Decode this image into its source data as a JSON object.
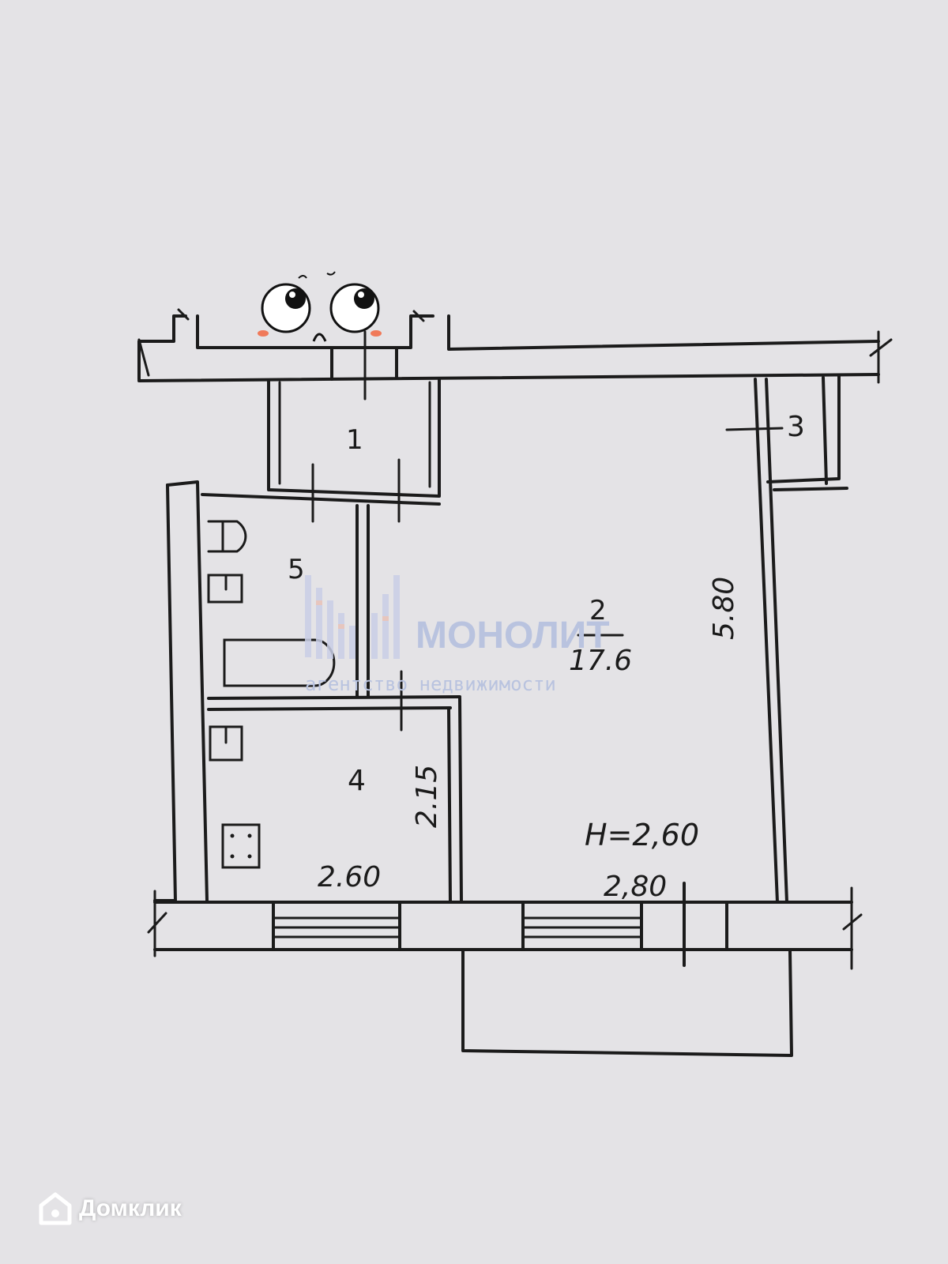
{
  "rooms": {
    "entry": {
      "number": "1"
    },
    "living": {
      "number": "2",
      "area": "17.6"
    },
    "closet": {
      "number": "3"
    },
    "kitchen": {
      "number": "4"
    },
    "bathroom": {
      "number": "5"
    }
  },
  "dimensions": {
    "living_length": "5.80",
    "living_width": "2,80",
    "ceiling_height": "H=2,60",
    "kitchen_width": "2.60",
    "kitchen_depth": "2.15"
  },
  "watermark": {
    "brand": "МОНОЛИТ",
    "tagline": "агентство недвижимости"
  },
  "site_logo": {
    "text": "Домклик"
  },
  "colors": {
    "paper": "#e4e3e6",
    "ink": "#1b1b1b",
    "watermark": "#b9c3df"
  }
}
